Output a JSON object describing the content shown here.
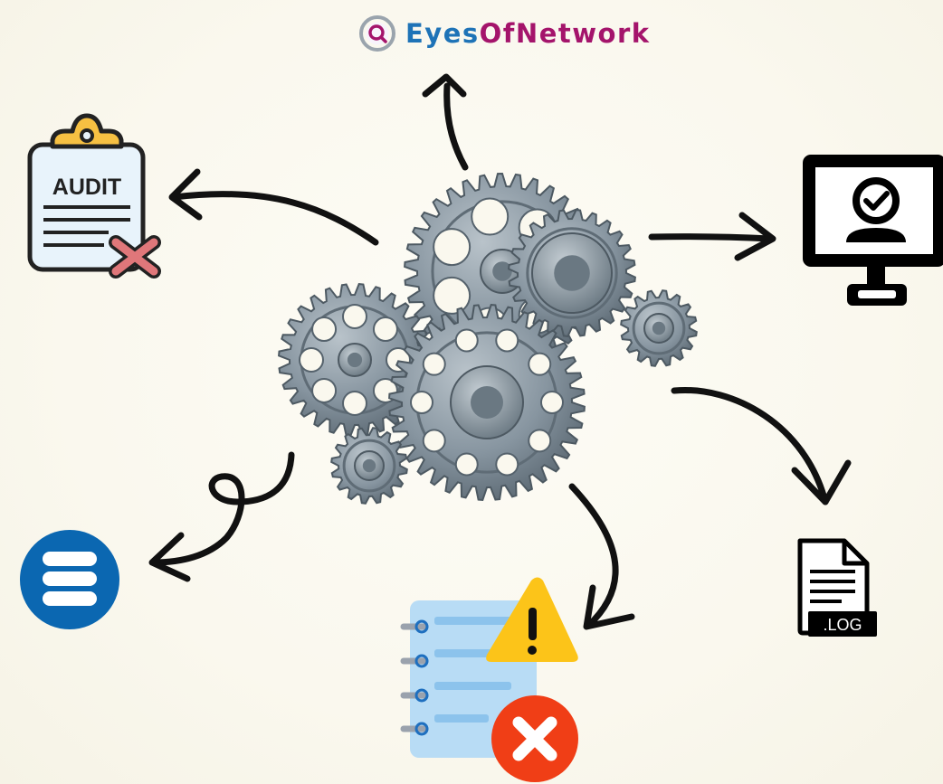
{
  "brand": {
    "name_part1": "Eyes",
    "name_part2": "OfNetwork"
  },
  "nodes": {
    "audit": {
      "label": "AUDIT",
      "icon": "audit-clipboard-icon"
    },
    "monitor": {
      "icon": "monitor-check-icon"
    },
    "database": {
      "icon": "database-icon"
    },
    "log": {
      "label": ".LOG",
      "icon": "log-file-icon"
    },
    "alerts": {
      "icon": "notepad-warning-error-icon"
    },
    "center": {
      "icon": "gears-icon"
    }
  },
  "colors": {
    "brand_blue": "#1e73b7",
    "brand_magenta": "#a4146b",
    "gear": "#7f8d97",
    "gear_dark": "#5b6872",
    "database": "#0b67b1",
    "warning": "#fcc419",
    "error": "#f03e16",
    "audit_cross": "#e0777a",
    "notepad": "#b8dcf5",
    "background": "#faf8ee"
  }
}
